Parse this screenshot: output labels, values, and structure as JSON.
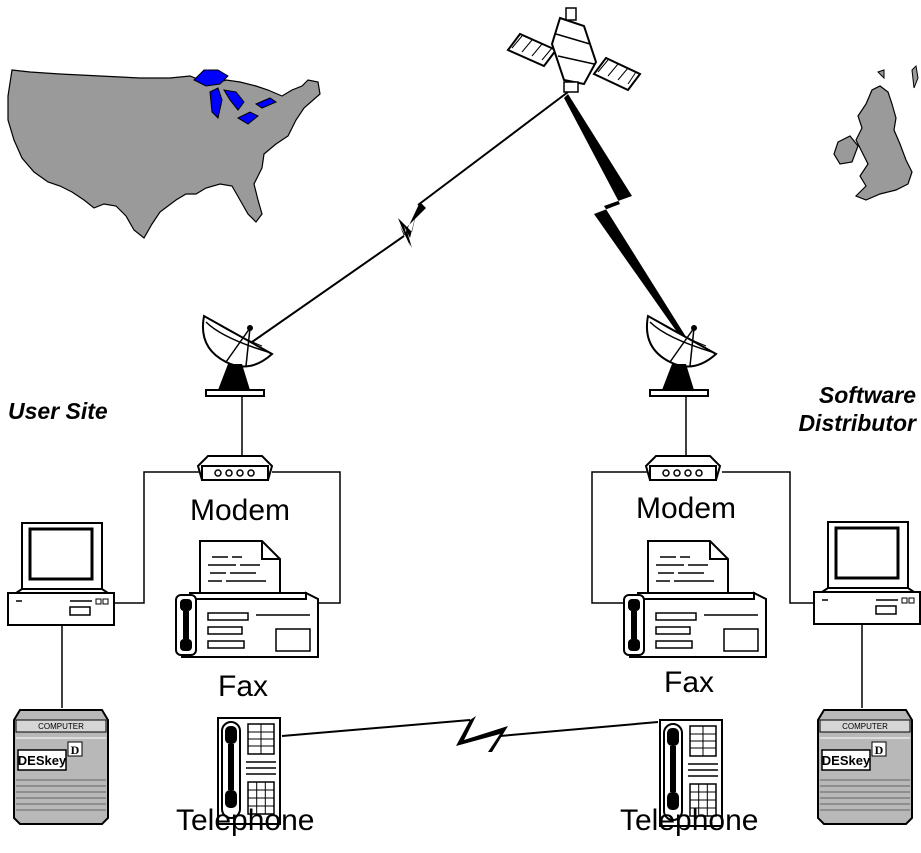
{
  "labels": {
    "user_site": "User Site",
    "software_distributor_line1": "Software",
    "software_distributor_line2": "Distributor",
    "modem_left": "Modem",
    "modem_right": "Modem",
    "fax_left": "Fax",
    "fax_right": "Fax",
    "telephone_left": "Telephone",
    "telephone_right": "Telephone",
    "deskey_brand": "DESkey",
    "deskey_top": "COMPUTER",
    "deskey_letter": "D"
  },
  "colors": {
    "land": "#9a9a9a",
    "lakes": "#0000ff",
    "outline": "#000000",
    "deskey_body": "#b8b8b8"
  }
}
